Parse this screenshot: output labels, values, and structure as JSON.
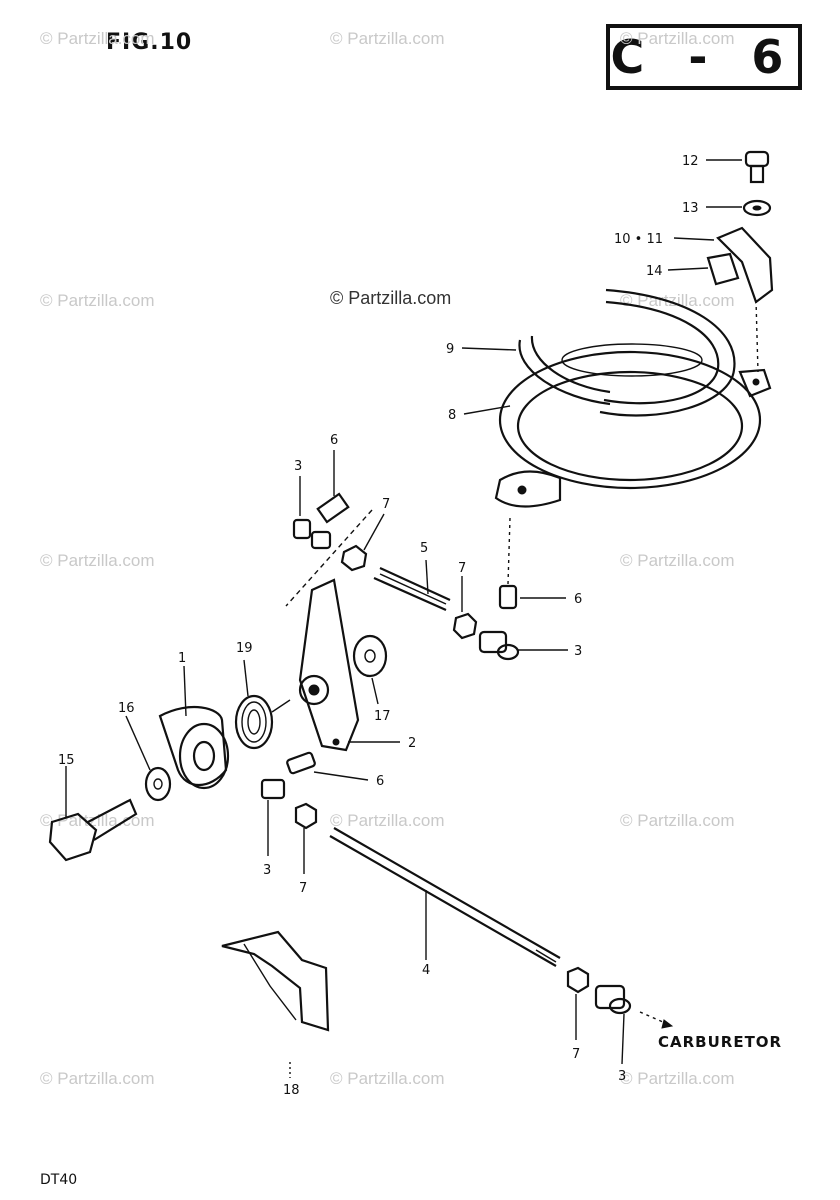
{
  "figure": {
    "title": "FIG.10",
    "code": "C - 6",
    "model": "DT40"
  },
  "watermark": "© Partzilla.com",
  "labels": {
    "p1": "1",
    "p2": "2",
    "p3a": "3",
    "p3b": "3",
    "p3c": "3",
    "p3d": "3",
    "p4": "4",
    "p5": "5",
    "p6a": "6",
    "p6b": "6",
    "p6c": "6",
    "p7a": "7",
    "p7b": "7",
    "p7c": "7",
    "p7d": "7",
    "p8": "8",
    "p9": "9",
    "p10_11": "10 • 11",
    "p12": "12",
    "p13": "13",
    "p14": "14",
    "p15": "15",
    "p16": "16",
    "p17": "17",
    "p18": "18",
    "p19": "19"
  },
  "callout": {
    "carburetor": "CARBURETOR"
  }
}
